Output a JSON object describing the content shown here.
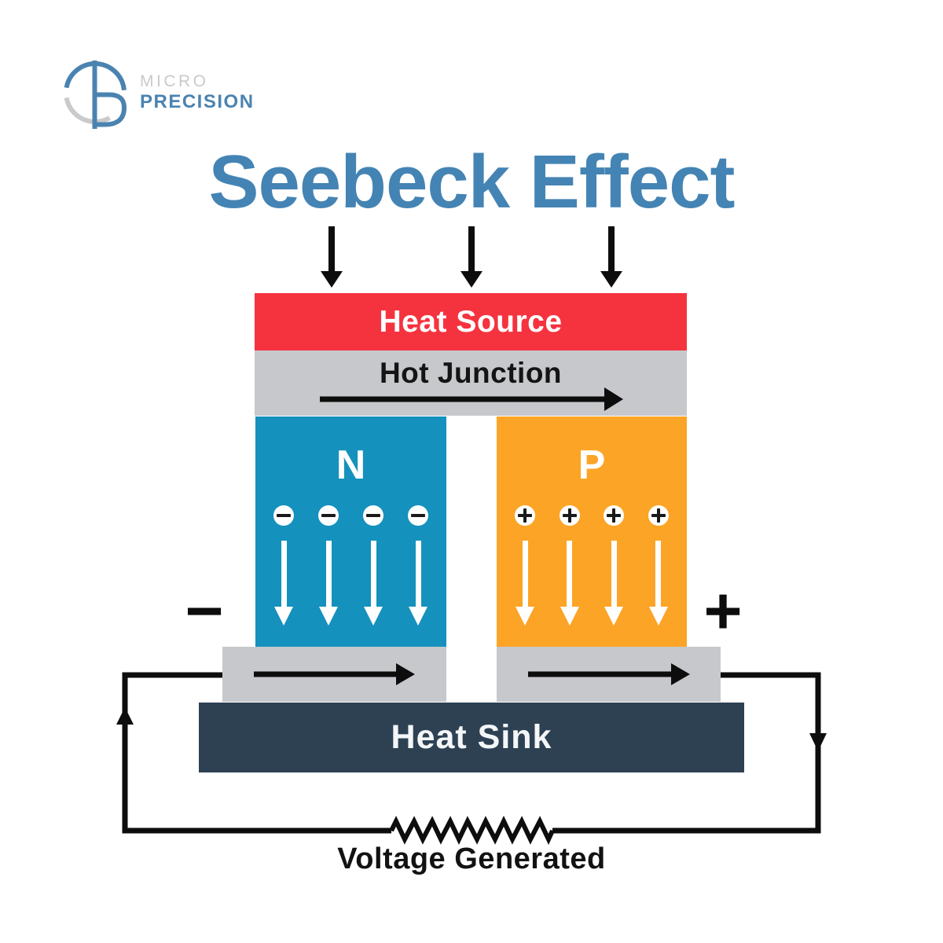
{
  "logo": {
    "line1": "MICRO",
    "line2": "PRECISION"
  },
  "title": "Seebeck Effect",
  "diagram": {
    "heat_source_label": "Heat Source",
    "hot_junction_label": "Hot Junction",
    "heat_sink_label": "Heat Sink",
    "n_block": {
      "label": "N",
      "charge_symbol": "−",
      "charge_count": 4
    },
    "p_block": {
      "label": "P",
      "charge_symbol": "+",
      "charge_count": 4
    },
    "negative_terminal": "−",
    "positive_terminal": "+",
    "voltage_label": "Voltage Generated"
  },
  "colors": {
    "title_blue": "#4484B4",
    "heat_source_red": "#F5333F",
    "junction_gray": "#C6C8CC",
    "n_type_teal": "#1591BD",
    "p_type_orange": "#FCA426",
    "heat_sink_navy": "#2E4153",
    "wire_black": "#0D0D0D",
    "logo_blue": "#4B83B0",
    "logo_gray": "#C9CACC"
  }
}
